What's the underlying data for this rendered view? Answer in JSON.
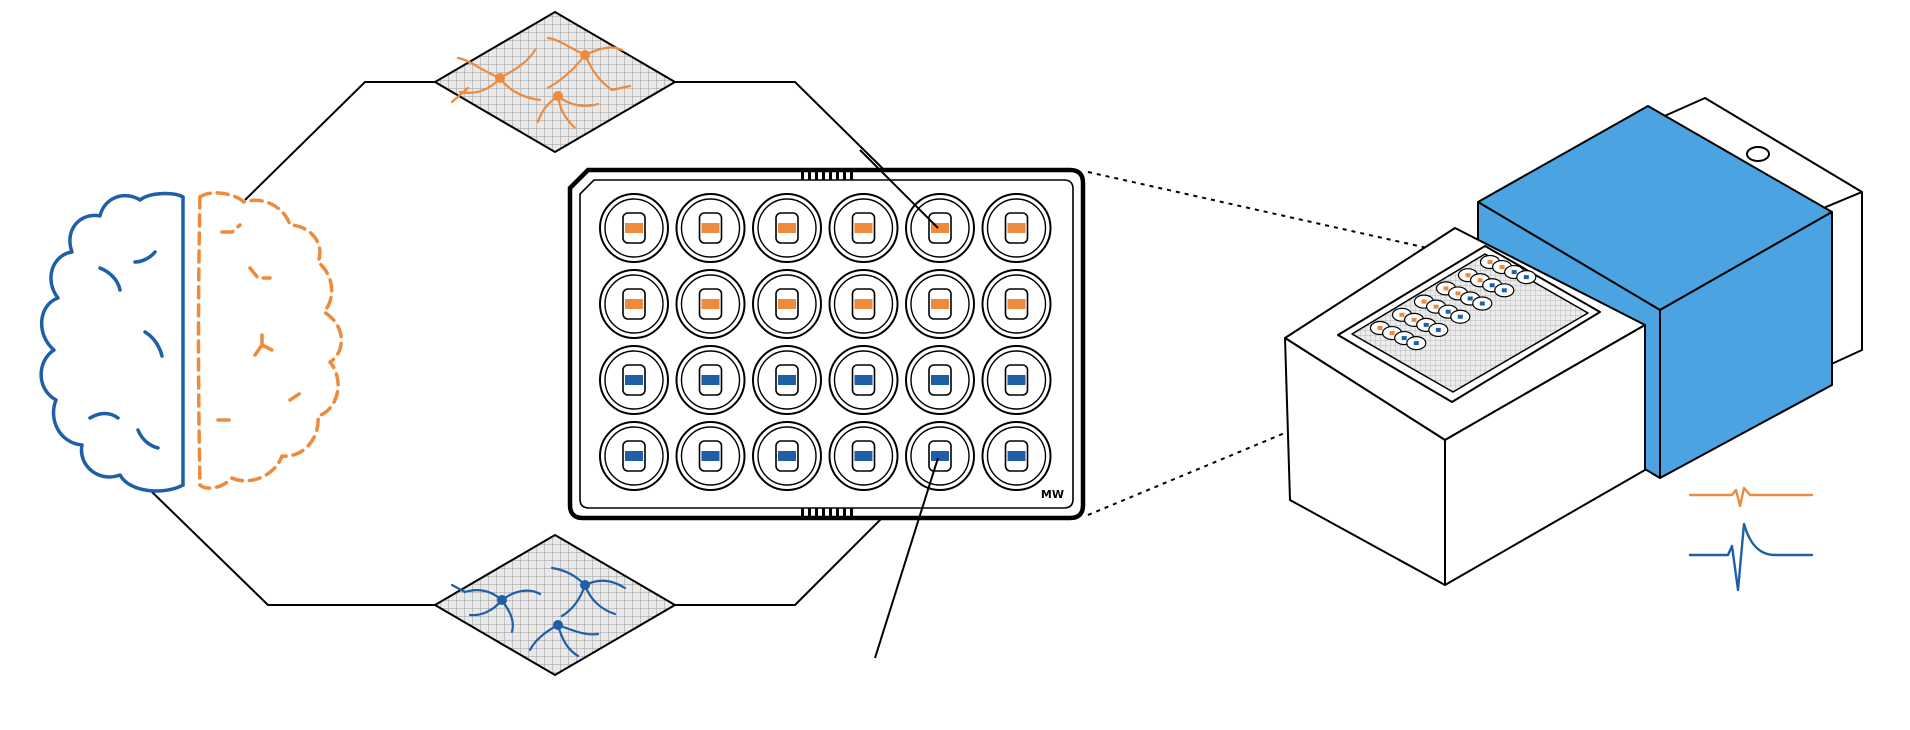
{
  "colors": {
    "orange": "#EE8A3C",
    "blue": "#1F5FA8",
    "device_blue": "#4BA3E2",
    "outline": "#000000",
    "grid": "#9a9a9a",
    "grid_fill": "#e9e9e9"
  },
  "plate": {
    "logo": "MW",
    "rows": 4,
    "columns": 6,
    "well_colors": [
      "orange",
      "orange",
      "blue",
      "blue"
    ]
  },
  "icons": {
    "brain_left": "brain-hemisphere-solid-blue",
    "brain_right": "brain-hemisphere-dashed-orange",
    "culture_top": "orange-neuron-culture",
    "culture_bottom": "blue-neuron-culture",
    "device": "mea-recording-device",
    "signals": "spike-waveforms"
  }
}
